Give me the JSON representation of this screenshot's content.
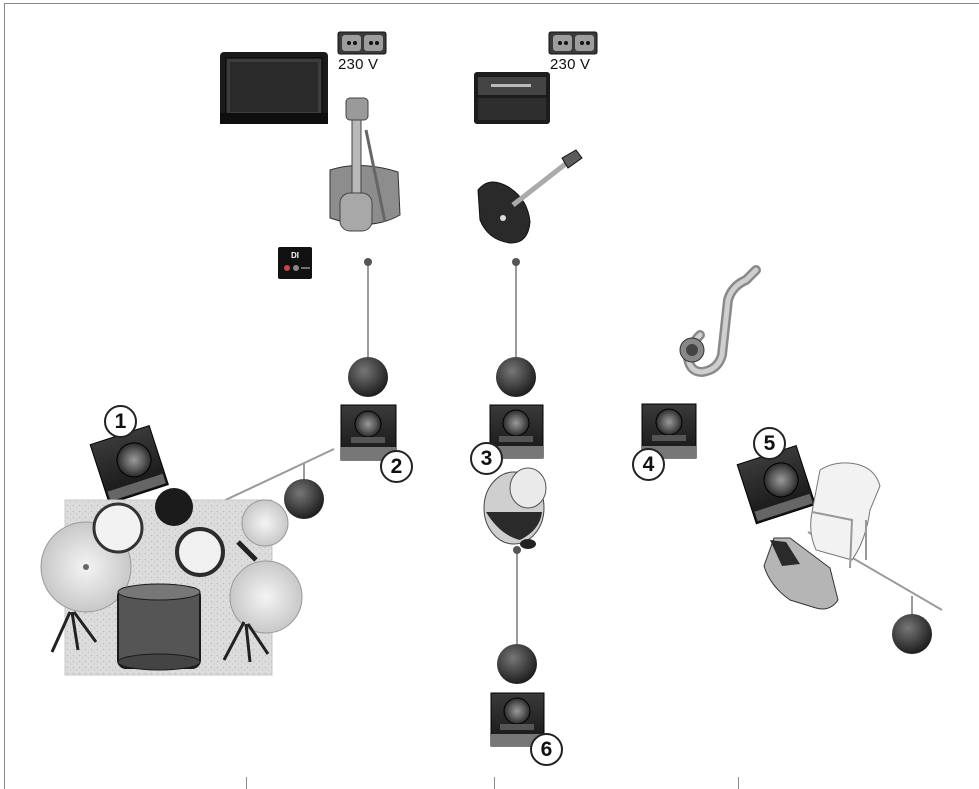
{
  "power_outlets": [
    {
      "label": "230 V"
    },
    {
      "label": "230 V"
    }
  ],
  "di_box": {
    "label": "DI"
  },
  "monitors": [
    {
      "number": "1"
    },
    {
      "number": "2"
    },
    {
      "number": "3"
    },
    {
      "number": "4"
    },
    {
      "number": "5"
    },
    {
      "number": "6"
    }
  ],
  "colors": {
    "outline": "#222222",
    "equipment_dark": "#2b2b2b",
    "equipment_mid": "#7a7a7a",
    "drum_riser": "#d9d9d9",
    "frame": "#8a8a8a"
  }
}
